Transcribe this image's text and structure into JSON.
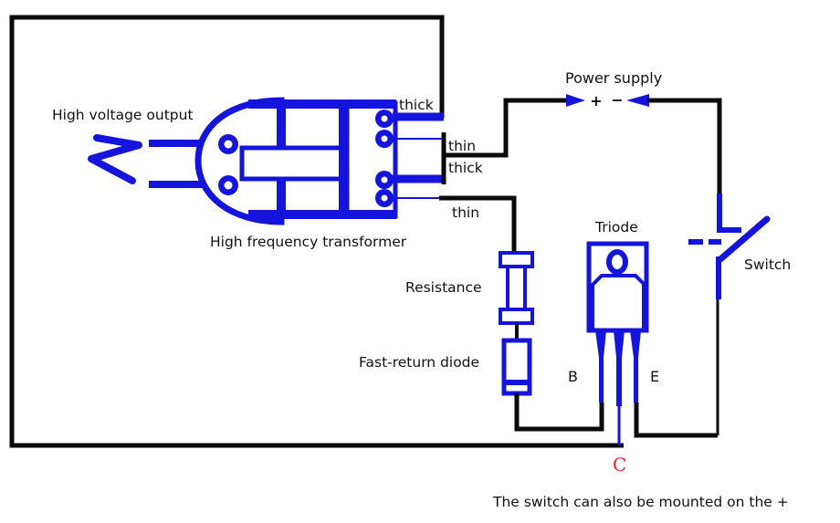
{
  "diagram": {
    "type": "circuit-schematic",
    "labels": {
      "high_voltage_output": "High voltage output",
      "high_frequency_transformer": "High frequency transformer",
      "wire_thick_top": "thick",
      "wire_thin_upper": "thin",
      "wire_thick_mid": "thick",
      "wire_thin_lower": "thin",
      "power_supply": "Power supply",
      "polarity_plus": "+",
      "polarity_minus": "−",
      "triode": "Triode",
      "switch": "Switch",
      "resistance": "Resistance",
      "fast_return_diode": "Fast-return diode",
      "pin_b": "B",
      "pin_e": "E",
      "pin_c": "C",
      "caption": "The switch can also be mounted on the +"
    },
    "components": [
      "high-frequency-transformer",
      "power-supply",
      "switch",
      "triode",
      "resistance",
      "fast-return-diode"
    ],
    "colors": {
      "component_blue": "#1414dc",
      "wire_black": "#0a0a0a",
      "polarity_plus_red": "#ee2233",
      "polarity_minus_red": "#ee5566",
      "collector_label_red": "#ee2233",
      "background": "#ffffff"
    }
  }
}
